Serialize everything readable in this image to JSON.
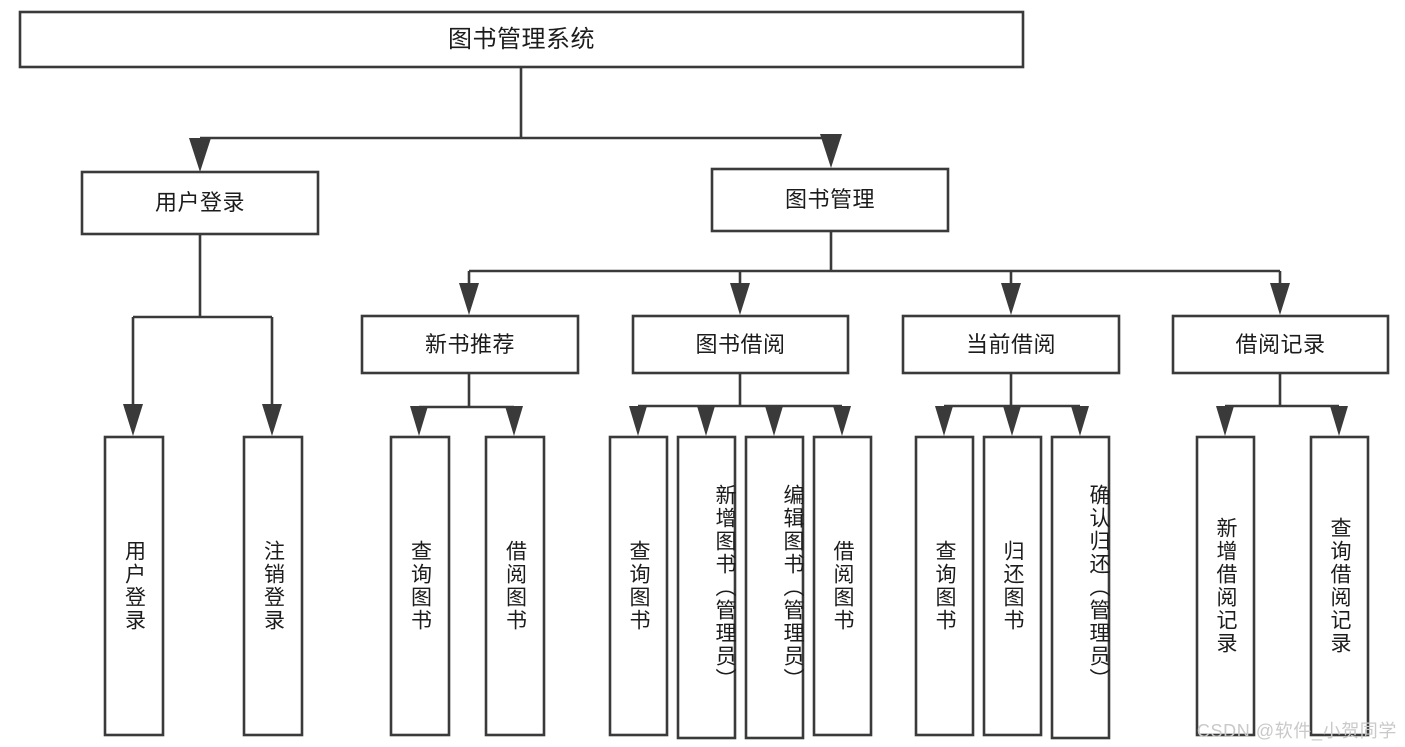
{
  "diagram": {
    "type": "tree-hierarchy",
    "title": "图书管理系统",
    "orientation": "top-down",
    "colors": {
      "stroke": "#3a3a3a",
      "fill": "#ffffff",
      "text": "#1c1c1c",
      "watermark": "#c9c9c9"
    },
    "nodes": {
      "root": {
        "label": "图书管理系统",
        "level": 1
      },
      "user_login": {
        "label": "用户登录",
        "level": 2
      },
      "book_manage": {
        "label": "图书管理",
        "level": 2
      },
      "new_book_rec": {
        "label": "新书推荐",
        "level": 3
      },
      "book_borrow": {
        "label": "图书借阅",
        "level": 3
      },
      "current_borrow": {
        "label": "当前借阅",
        "level": 3
      },
      "borrow_record": {
        "label": "借阅记录",
        "level": 3
      },
      "leaf_user_login": {
        "label": "用户登录",
        "level": 4
      },
      "leaf_logout": {
        "label": "注销登录",
        "level": 4
      },
      "leaf_query_book_1": {
        "label": "查询图书",
        "level": 4
      },
      "leaf_borrow_book_1": {
        "label": "借阅图书",
        "level": 4
      },
      "leaf_query_book_2": {
        "label": "查询图书",
        "level": 4
      },
      "leaf_add_book": {
        "label": "新增图书（管理员）",
        "level": 4
      },
      "leaf_edit_book": {
        "label": "编辑图书（管理员）",
        "level": 4
      },
      "leaf_borrow_book_2": {
        "label": "借阅图书",
        "level": 4
      },
      "leaf_query_book_3": {
        "label": "查询图书",
        "level": 4
      },
      "leaf_return_book": {
        "label": "归还图书",
        "level": 4
      },
      "leaf_confirm_return": {
        "label": "确认归还（管理员）",
        "level": 4
      },
      "leaf_add_record": {
        "label": "新增借阅记录",
        "level": 4
      },
      "leaf_query_record": {
        "label": "查询借阅记录",
        "level": 4
      }
    },
    "edges": [
      {
        "from": "root",
        "to": "user_login"
      },
      {
        "from": "root",
        "to": "book_manage"
      },
      {
        "from": "user_login",
        "to": "leaf_user_login"
      },
      {
        "from": "user_login",
        "to": "leaf_logout"
      },
      {
        "from": "book_manage",
        "to": "new_book_rec"
      },
      {
        "from": "book_manage",
        "to": "book_borrow"
      },
      {
        "from": "book_manage",
        "to": "current_borrow"
      },
      {
        "from": "book_manage",
        "to": "borrow_record"
      },
      {
        "from": "new_book_rec",
        "to": "leaf_query_book_1"
      },
      {
        "from": "new_book_rec",
        "to": "leaf_borrow_book_1"
      },
      {
        "from": "book_borrow",
        "to": "leaf_query_book_2"
      },
      {
        "from": "book_borrow",
        "to": "leaf_add_book"
      },
      {
        "from": "book_borrow",
        "to": "leaf_edit_book"
      },
      {
        "from": "book_borrow",
        "to": "leaf_borrow_book_2"
      },
      {
        "from": "current_borrow",
        "to": "leaf_query_book_3"
      },
      {
        "from": "current_borrow",
        "to": "leaf_return_book"
      },
      {
        "from": "current_borrow",
        "to": "leaf_confirm_return"
      },
      {
        "from": "borrow_record",
        "to": "leaf_add_record"
      },
      {
        "from": "borrow_record",
        "to": "leaf_query_record"
      }
    ]
  },
  "watermark": {
    "text": "CSDN @软件_小贺同学"
  }
}
